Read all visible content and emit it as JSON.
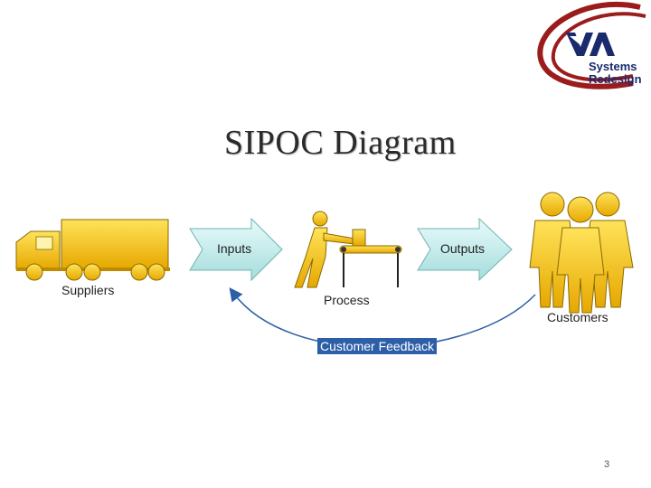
{
  "slide": {
    "title": "SIPOC Diagram",
    "page_number": "3"
  },
  "logo": {
    "line1": "Systems",
    "line2": "Redesign",
    "mark_text": "VA"
  },
  "diagram": {
    "suppliers_label": "Suppliers",
    "inputs_label": "Inputs",
    "process_label": "Process",
    "outputs_label": "Outputs",
    "customers_label": "Customers",
    "feedback_label": "Customer Feedback"
  },
  "colors": {
    "figure_yellow": "#f5c400",
    "arrow_teal": "#bfe8e8",
    "feedback_blue": "#2d5fa8",
    "logo_red": "#9b1c1c",
    "logo_navy": "#1a2a6c"
  }
}
